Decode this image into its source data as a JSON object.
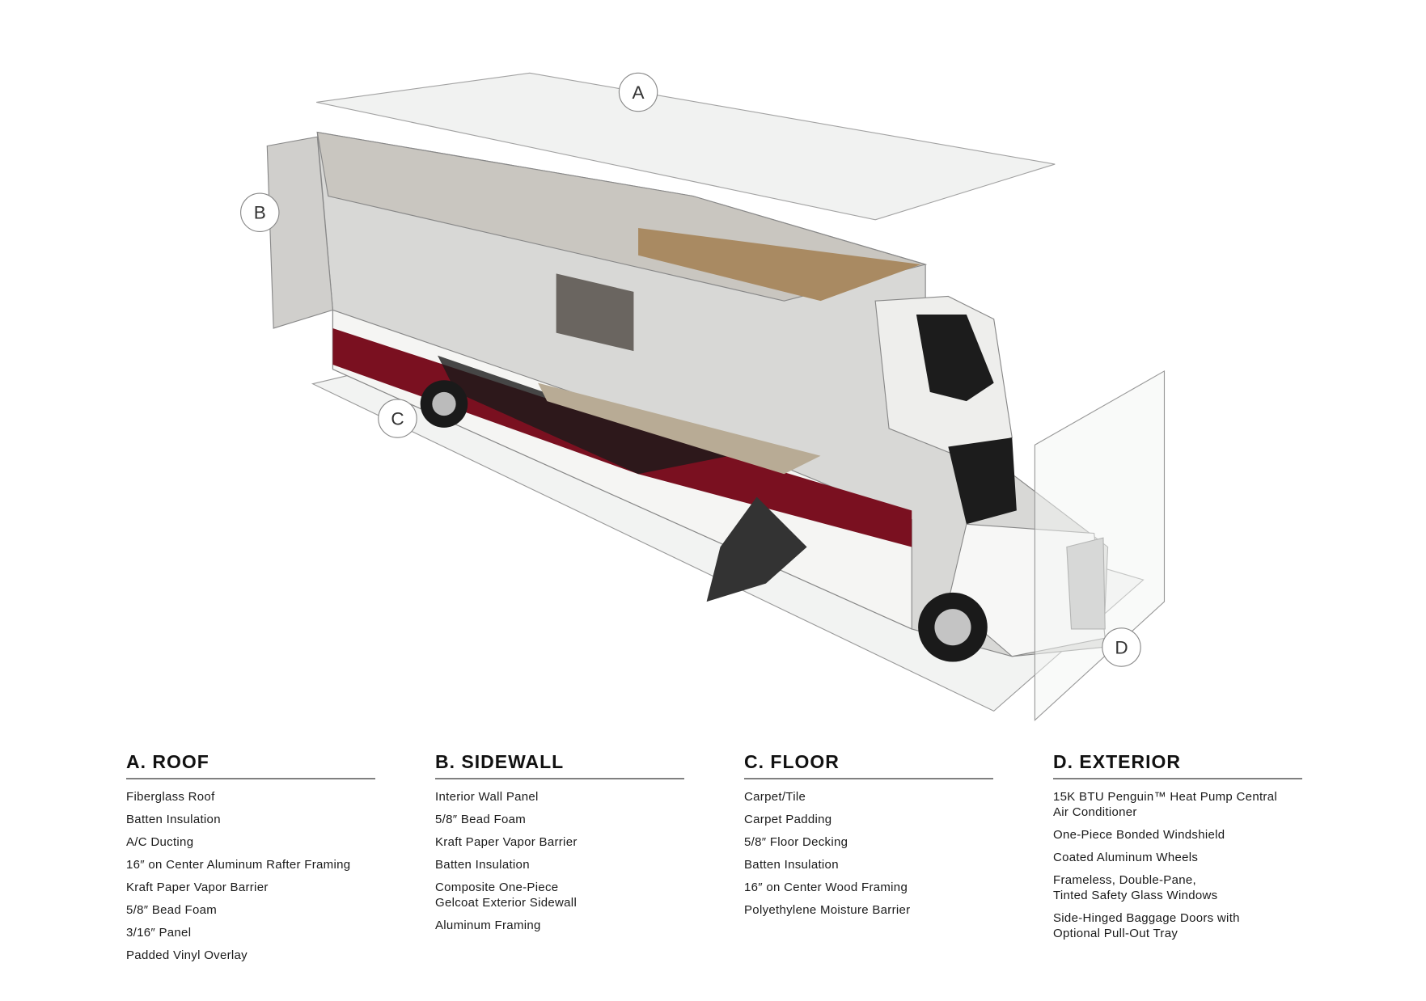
{
  "callouts": [
    "A",
    "B",
    "C",
    "D"
  ],
  "sections": [
    {
      "title": "A. ROOF",
      "items": [
        "Fiberglass Roof",
        "Batten Insulation",
        "A/C Ducting",
        "16″ on Center Aluminum Rafter Framing",
        "Kraft Paper Vapor Barrier",
        "5/8″ Bead Foam",
        "3/16″ Panel",
        "Padded Vinyl Overlay"
      ]
    },
    {
      "title": "B. SIDEWALL",
      "items": [
        "Interior Wall Panel",
        "5/8″ Bead Foam",
        "Kraft Paper Vapor Barrier",
        "Batten Insulation",
        "Composite One-Piece\nGelcoat Exterior Sidewall",
        "Aluminum Framing"
      ]
    },
    {
      "title": "C. FLOOR",
      "items": [
        "Carpet/Tile",
        "Carpet Padding",
        "5/8″ Floor Decking",
        "Batten Insulation",
        "16″ on Center Wood Framing",
        "Polyethylene Moisture Barrier"
      ]
    },
    {
      "title": "D. EXTERIOR",
      "items": [
        "15K BTU Penguin™ Heat Pump Central\nAir Conditioner",
        "One-Piece Bonded Windshield",
        "Coated Aluminum Wheels",
        "Frameless, Double-Pane,\nTinted Safety Glass Windows",
        "Side-Hinged Baggage Doors with\nOptional Pull-Out Tray"
      ]
    }
  ],
  "colors": {
    "accent_red": "#7a1020",
    "rule": "#808080"
  }
}
